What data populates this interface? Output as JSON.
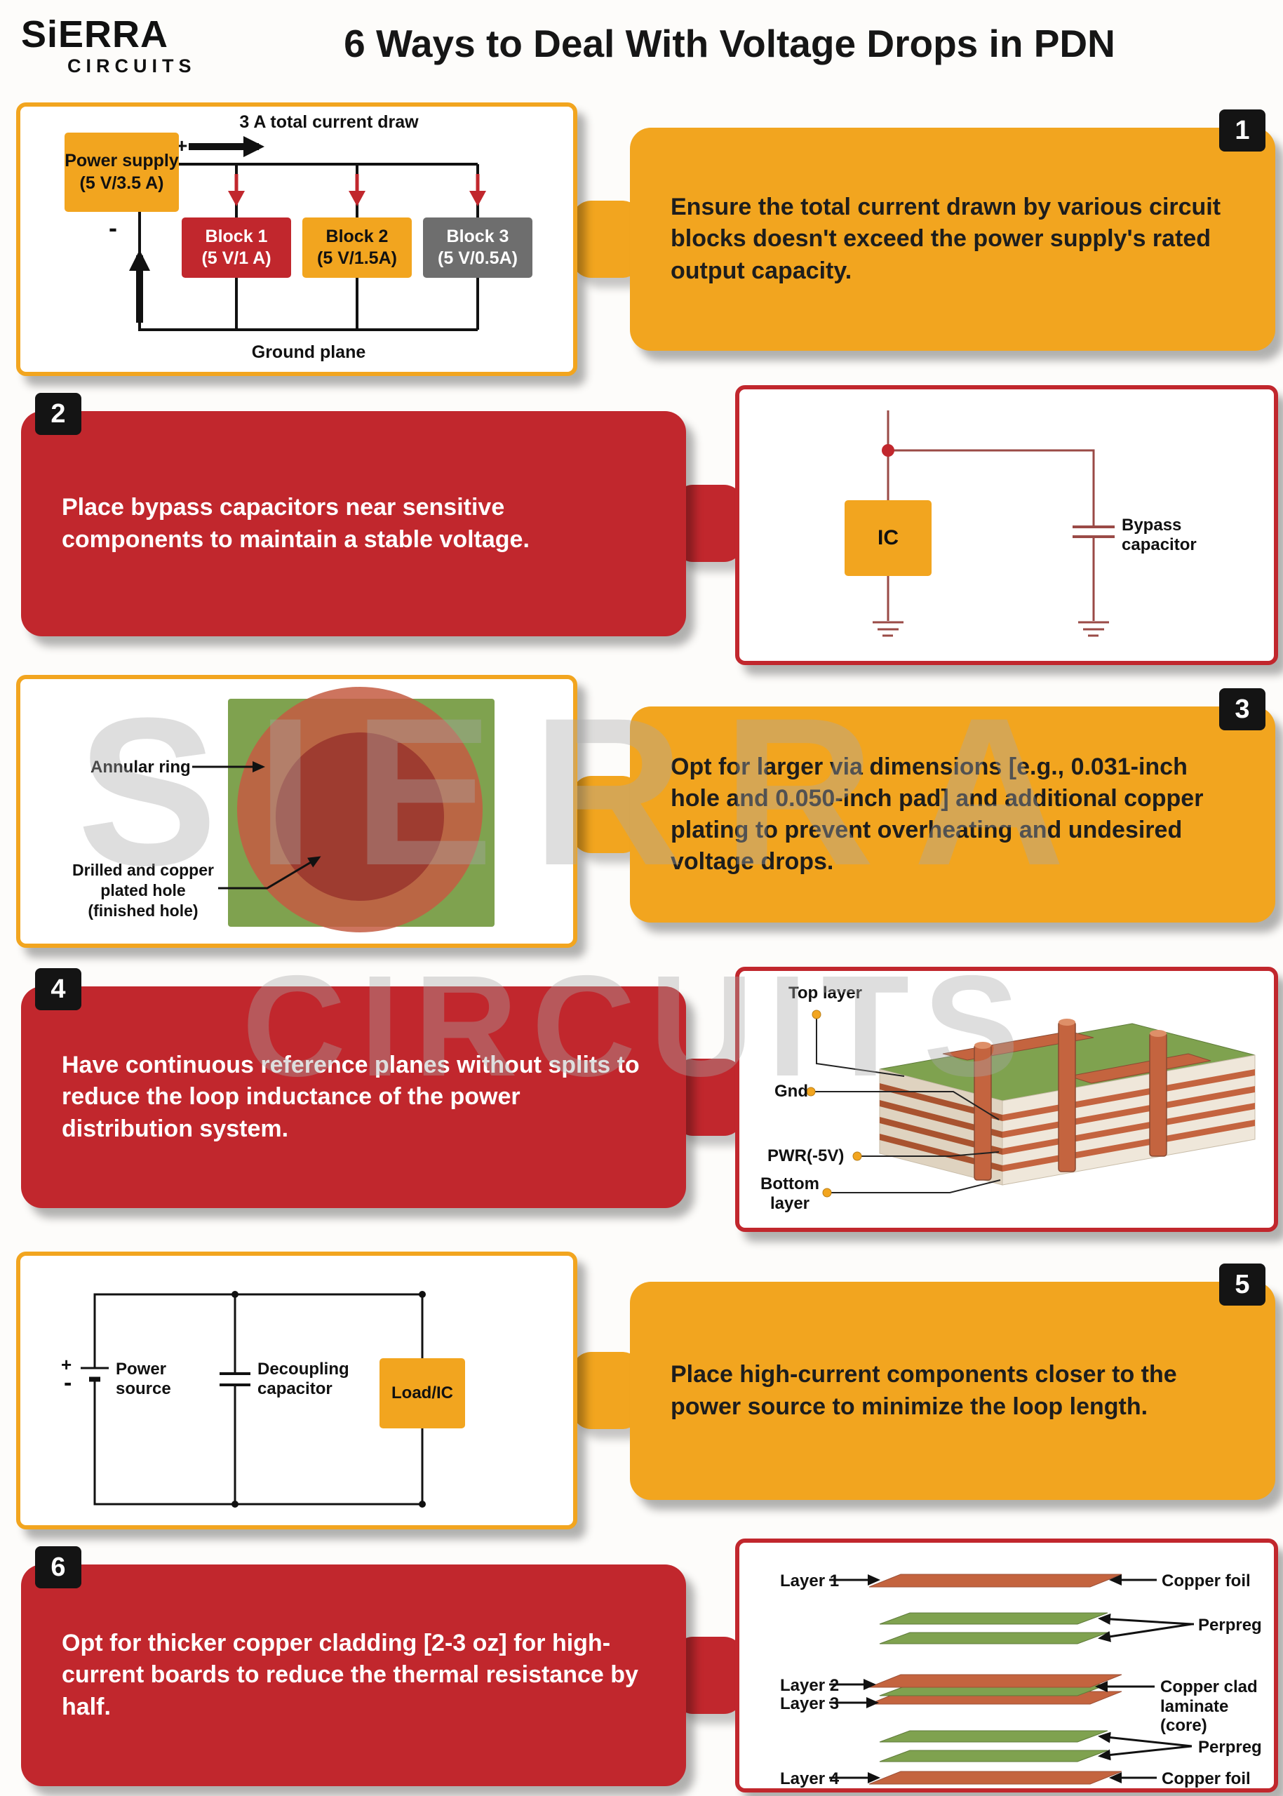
{
  "header": {
    "logo_line1": "SiERRA",
    "logo_line2": "CIRCUITS",
    "title": "6 Ways to Deal With Voltage Drops in PDN"
  },
  "watermark": {
    "line1": "SIERRA",
    "line2": "CIRCUITS"
  },
  "tips": [
    {
      "number": "1",
      "text": "Ensure the total current drawn by various circuit blocks doesn't exceed the power supply's rated output capacity."
    },
    {
      "number": "2",
      "text": "Place bypass capacitors near sensitive components to maintain a stable voltage."
    },
    {
      "number": "3",
      "text": "Opt for larger via dimensions [e.g., 0.031-inch hole and 0.050-inch pad] and additional copper plating to prevent overheating and undesired voltage drops."
    },
    {
      "number": "4",
      "text": "Have continuous reference planes without splits to reduce the loop inductance of the power distribution system."
    },
    {
      "number": "5",
      "text": "Place high-current components closer to the power source to minimize the loop length."
    },
    {
      "number": "6",
      "text": "Opt for thicker copper cladding [2-3 oz] for high-current boards to reduce the thermal resistance by half."
    }
  ],
  "diagram1": {
    "current_label": "3 A total current draw",
    "plus": "+",
    "minus": "-",
    "power_supply_line1": "Power supply",
    "power_supply_line2": "(5 V/3.5 A)",
    "block1_line1": "Block 1",
    "block1_line2": "(5 V/1 A)",
    "block2_line1": "Block 2",
    "block2_line2": "(5 V/1.5A)",
    "block3_line1": "Block 3",
    "block3_line2": "(5 V/0.5A)",
    "ground_label": "Ground plane"
  },
  "diagram2": {
    "ic": "IC",
    "cap_line1": "Bypass",
    "cap_line2": "capacitor"
  },
  "diagram3": {
    "annular_label": "Annular ring",
    "hole_line1": "Drilled and copper",
    "hole_line2": "plated hole",
    "hole_line3": "(finished hole)"
  },
  "diagram4": {
    "top_layer": "Top layer",
    "gnd": "Gnd",
    "pwr": "PWR(-5V)",
    "bottom_line1": "Bottom",
    "bottom_line2": "layer"
  },
  "diagram5": {
    "plus": "+",
    "minus": "-",
    "source_line1": "Power",
    "source_line2": "source",
    "cap_line1": "Decoupling",
    "cap_line2": "capacitor",
    "load": "Load/IC"
  },
  "diagram6": {
    "left_labels": [
      "Layer 1",
      "Layer 2",
      "Layer 3",
      "Layer 4"
    ],
    "top_foil": "Copper foil",
    "prepreg_top": "Perpreg",
    "core_line1": "Copper clad",
    "core_line2": "laminate (core)",
    "prepreg_bottom": "Perpreg",
    "bottom_foil": "Copper foil"
  },
  "colors": {
    "yellow": "#F2A51F",
    "red": "#C1272D",
    "green": "#7FA24F",
    "copper": "#C4643F",
    "gray_block": "#6E6E6E",
    "badge_black": "#141414",
    "wire_maroon": "#9A4A46"
  }
}
